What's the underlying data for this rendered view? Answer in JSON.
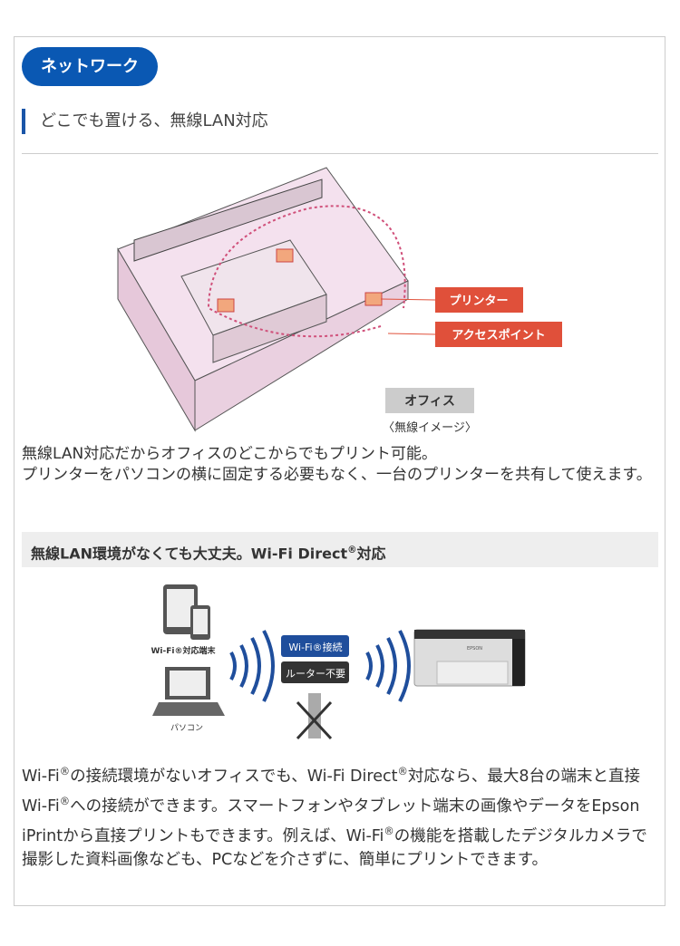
{
  "badge": "ネットワーク",
  "subheading": "どこでも置ける、無線LAN対応",
  "office_illustration": {
    "printer_label": "プリンター",
    "access_point_label": "アクセスポイント",
    "office_label": "オフィス",
    "caption": "〈無線イメージ〉"
  },
  "paragraph1": "無線LAN対応だからオフィスのどこからでもプリント可能。\nプリンターをパソコンの横に固定する必要もなく、一台のプリンターを共有して使えます。",
  "section2": {
    "heading": "無線LAN環境がなくても大丈夫。Wi-Fi Direct",
    "heading_reg": "®",
    "heading_tail": "対応"
  },
  "diagram": {
    "devices_label": "Wi-Fi®対応端末",
    "pc_label": "パソコン",
    "wifi_label": "Wi-Fi®接続",
    "router_label": "ルーター不要",
    "printer_brand": "EPSON"
  },
  "paragraph2": {
    "a": "Wi-Fi",
    "b": "の接続環境がないオフィスでも、Wi-Fi Direct",
    "c": "対応なら、最大8台の端末と直接Wi-Fi",
    "d": "への接続ができます。スマートフォンやタブレット端末の画像やデータをEpson iPrintから直接プリントもできます。例えば、Wi-Fi",
    "e": "の機能を搭載したデジタルカメラで撮影した資料画像なども、PCなどを介さずに、簡単にプリントできます。",
    "reg": "®"
  },
  "colors": {
    "accent": "#0a58b3",
    "label_red": "#e0503a"
  }
}
